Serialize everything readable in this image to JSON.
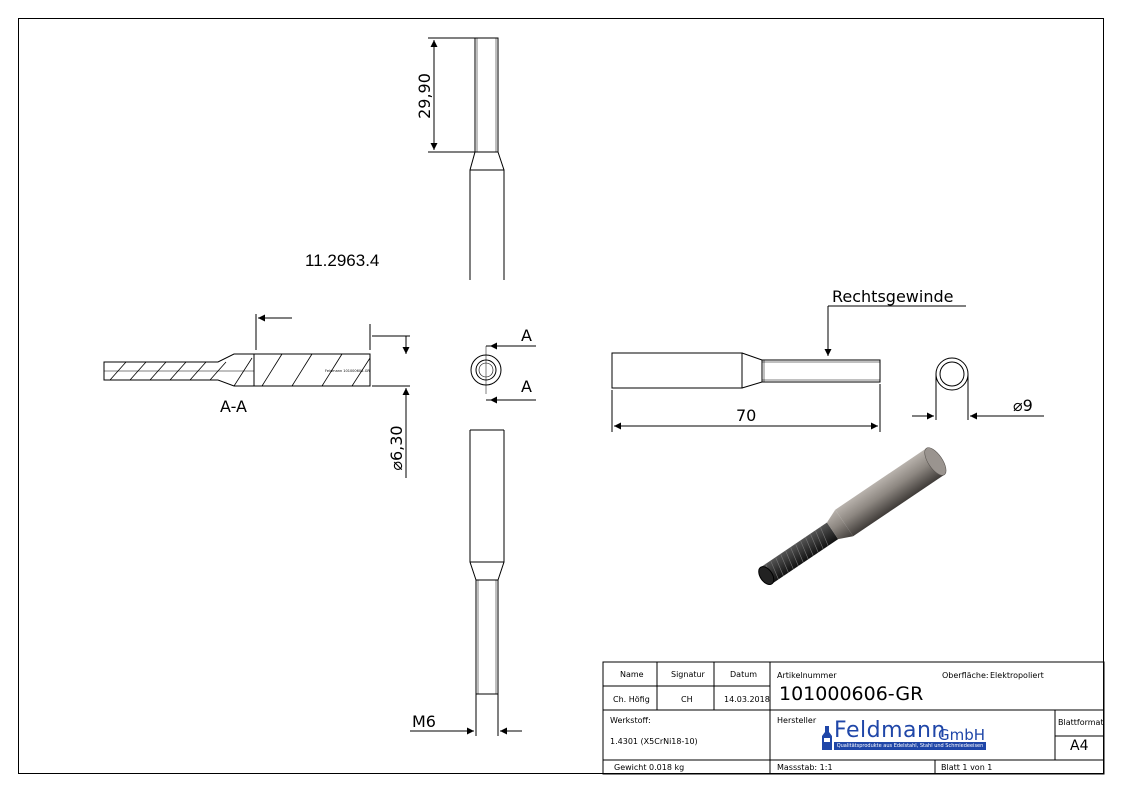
{
  "part_number_ref": "11.2963.4",
  "dimensions": {
    "thread_length": "29,90",
    "diameter_section": "⌀6,30",
    "section_label": "A-A",
    "section_marker_top": "A",
    "section_marker_bottom": "A",
    "overall_length": "70",
    "outer_diameter": "⌀9",
    "thread_size": "M6",
    "thread_direction": "Rechtsgewinde"
  },
  "engraving_text": "Feldmann 101000606-GR",
  "title_block": {
    "headers": {
      "name": "Name",
      "signatur": "Signatur",
      "datum": "Datum"
    },
    "name_value": "Ch. Höfig",
    "signatur_value": "CH",
    "datum_value": "14.03.2018",
    "article_label": "Artikelnummer",
    "article_value": "101000606-GR",
    "surface_label": "Oberfläche:",
    "surface_value": "Elektropoliert",
    "material_label": "Werkstoff:",
    "material_value": "1.4301 (X5CrNi18-10)",
    "manufacturer_label": "Hersteller",
    "sheet_format_label": "Blattformat",
    "sheet_format_value": "A4",
    "weight_text": "Gewicht 0.018 kg",
    "scale_text": "Massstab: 1:1",
    "sheet_text": "Blatt 1 von 1"
  },
  "logo": {
    "name": "Feldmann",
    "suffix": "GmbH",
    "tagline": "Qualitätsprodukte aus Edelstahl, Stahl und Schmiedeeisen",
    "color": "#1f46a8"
  }
}
